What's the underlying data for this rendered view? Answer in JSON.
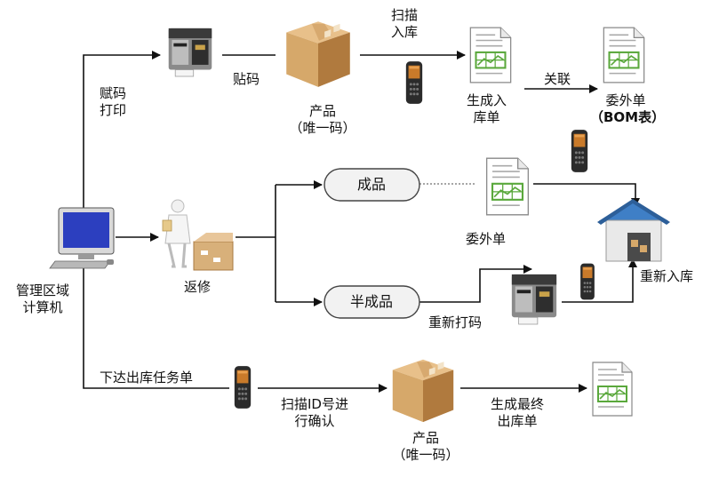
{
  "colors": {
    "line": "#111111",
    "box_tan": "#d6a86a",
    "box_dark": "#b07a3e",
    "doc_green": "#5aa83c",
    "house_blue": "#3f7fc6",
    "pill_fill": "#f2f2f2"
  },
  "icons": [
    "barcode-printer-icon",
    "carton-box-icon",
    "handheld-scanner-icon",
    "document-chart-icon",
    "computer-icon",
    "repair-worker-icon",
    "warehouse-icon"
  ],
  "labels": {
    "assign_print": [
      "赋码",
      "打印"
    ],
    "paste": "贴码",
    "product_top": [
      "产品",
      "（唯一码）"
    ],
    "scan_in": [
      "扫描",
      "入库"
    ],
    "gen_in_order": [
      "生成入",
      "库单"
    ],
    "link": "关联",
    "outsource_bom": [
      "委外单",
      "（BOM表）"
    ],
    "computer": [
      "管理区域",
      "计算机"
    ],
    "rework": "返修",
    "finished": "成品",
    "outsource_mid": "委外单",
    "semi_finished": "半成品",
    "reprint": "重新打码",
    "re_store": "重新入库",
    "issue_task": "下达出库任务单",
    "scan_confirm": [
      "扫描ID号进",
      "行确认"
    ],
    "product_bottom": [
      "产品",
      "（唯一码）"
    ],
    "gen_out_order": [
      "生成最终",
      "出库单"
    ]
  }
}
